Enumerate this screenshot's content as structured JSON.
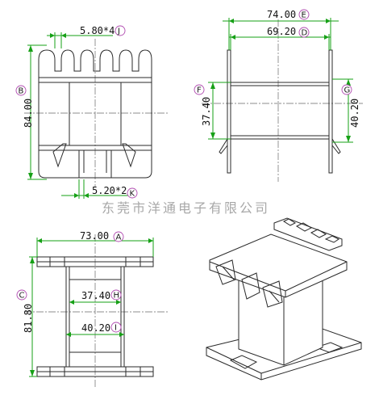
{
  "company": "东莞市洋通电子有限公司",
  "views": {
    "top_left": {
      "tags": {
        "b": "B",
        "j": "J",
        "k": "K"
      },
      "dims": {
        "b": "84.00",
        "j": "5.80*4",
        "k": "5.20*2"
      }
    },
    "top_right": {
      "tags": {
        "e": "E",
        "d": "D",
        "f": "F",
        "g": "G"
      },
      "dims": {
        "e": "74.00",
        "d": "69.20",
        "f": "37.40",
        "g": "40.20"
      }
    },
    "bottom_left": {
      "tags": {
        "a": "A",
        "c": "C",
        "h": "H",
        "i": "I"
      },
      "dims": {
        "a": "73.00",
        "c": "81.80",
        "h": "37.40",
        "i": "40.20"
      }
    },
    "bottom_right": {}
  },
  "colors": {
    "dimension_line": "#16a016",
    "outline": "#2a2a2a",
    "tag_circle": "#b04ab0",
    "watermark": "#a8a8a8"
  }
}
